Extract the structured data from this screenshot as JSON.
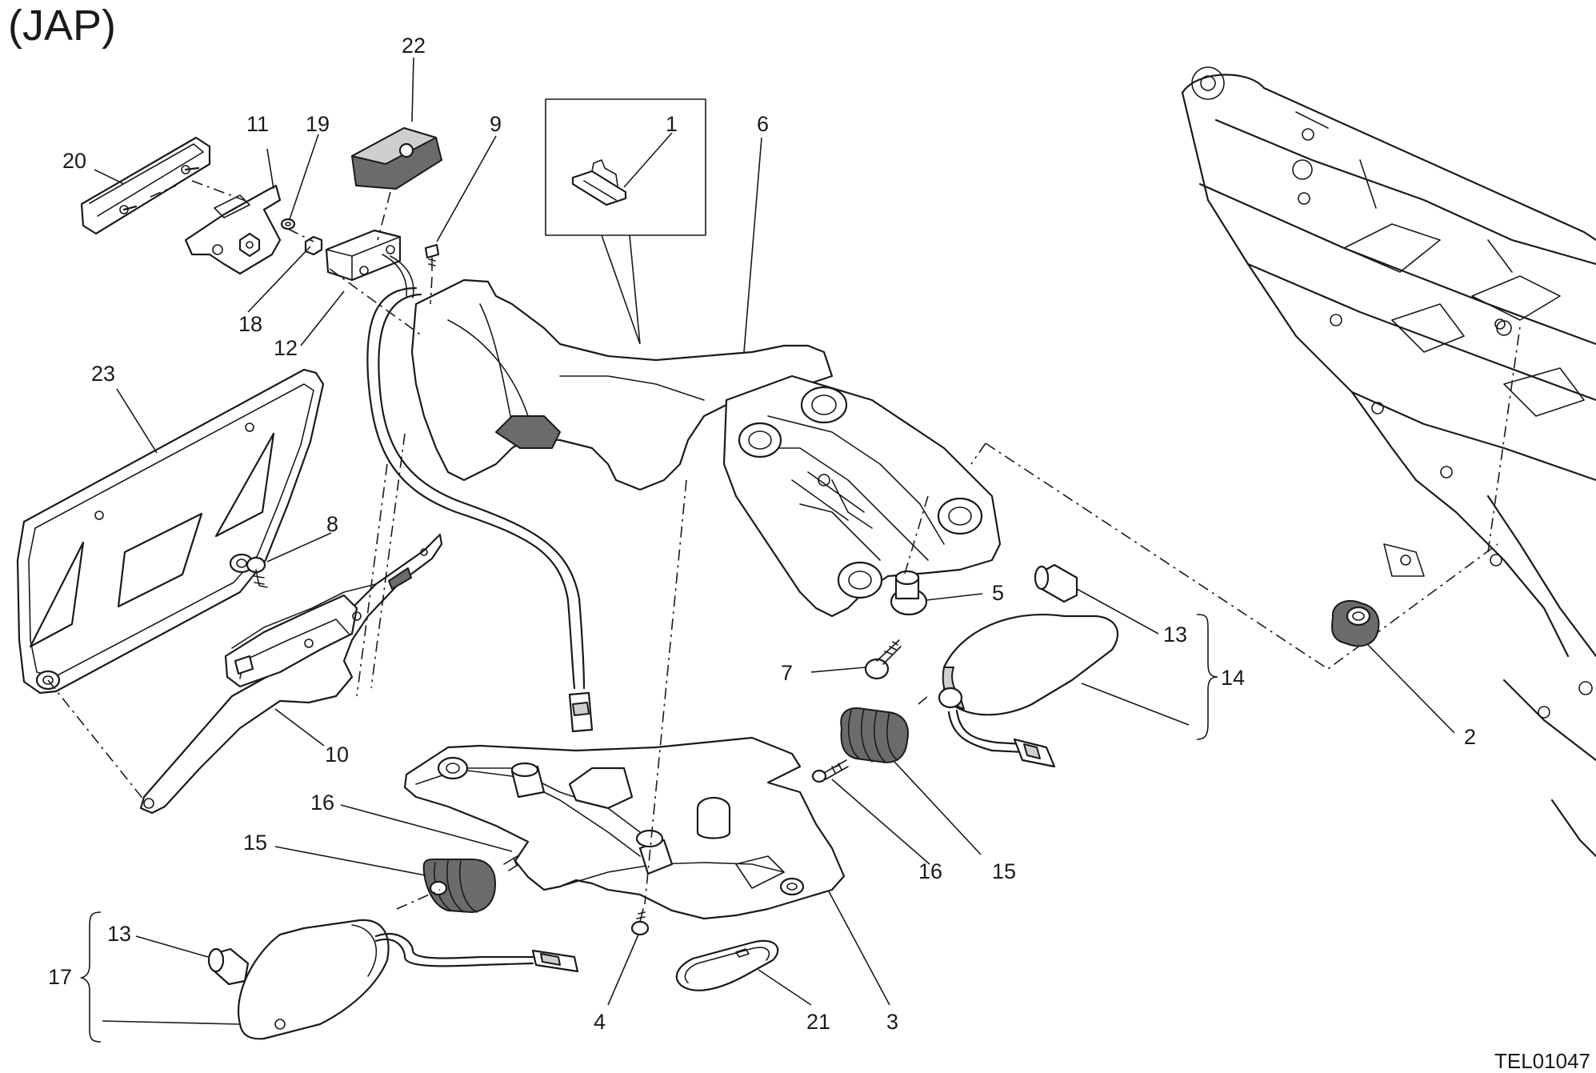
{
  "title": "(JAP)",
  "drawing_code": "TEL01047",
  "callouts": {
    "c1": "1",
    "c2": "2",
    "c3": "3",
    "c4": "4",
    "c5": "5",
    "c6": "6",
    "c7": "7",
    "c8": "8",
    "c9": "9",
    "c10": "10",
    "c11": "11",
    "c12": "12",
    "c13a": "13",
    "c13b": "13",
    "c14": "14",
    "c15a": "15",
    "c15b": "15",
    "c16a": "16",
    "c16b": "16",
    "c17": "17",
    "c18": "18",
    "c19": "19",
    "c20": "20",
    "c21": "21",
    "c22": "22",
    "c23": "23"
  }
}
